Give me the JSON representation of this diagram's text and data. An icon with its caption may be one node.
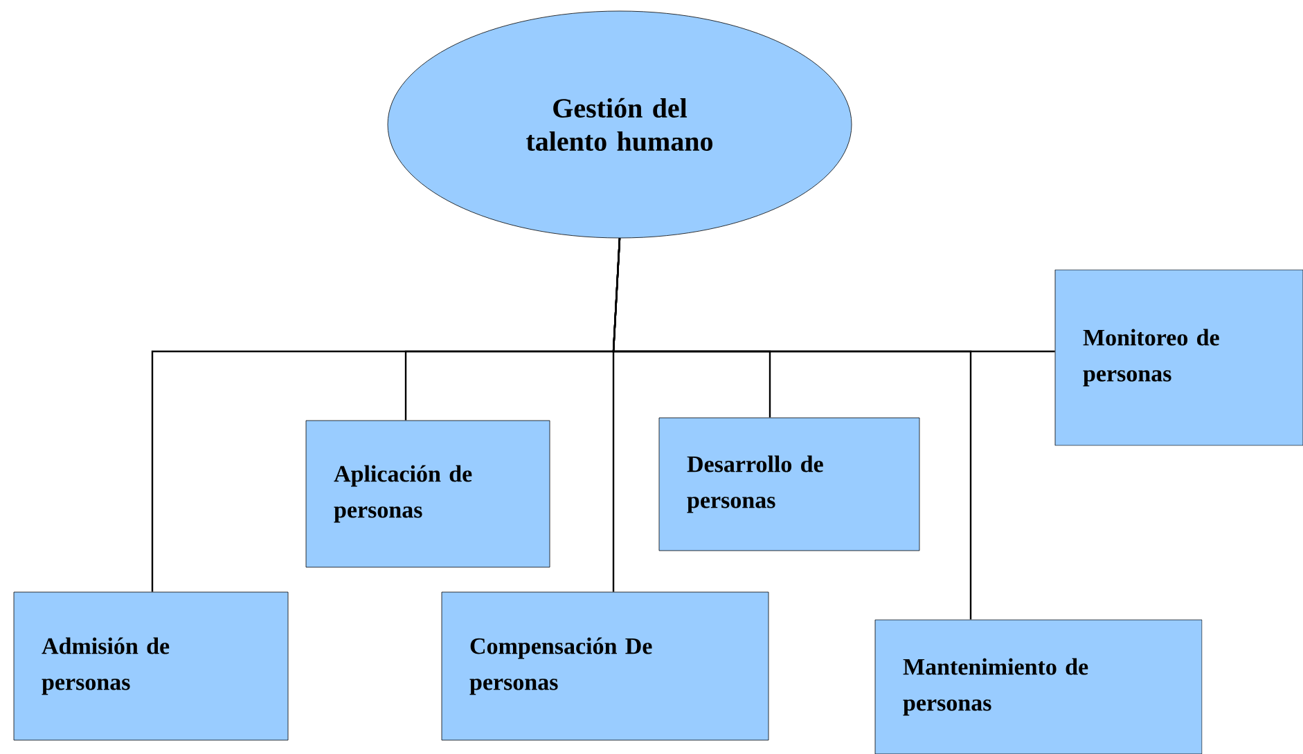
{
  "diagram": {
    "nodes": [
      {
        "text": [
          "Gestión del talento humano"
        ]
      },
      {
        "text": [
          "Admisión de personas"
        ]
      },
      {
        "text": [
          "Aplicación de personas"
        ]
      },
      {
        "text": [
          "Compensación De personas"
        ]
      },
      {
        "text": [
          "Desarrollo de personas"
        ]
      },
      {
        "text": [
          "Mantenimiento de personas"
        ]
      },
      {
        "text": [
          "Monitoreo de personas"
        ]
      }
    ],
    "edges": [
      {
        "from": 0,
        "to": 1,
        "arrow": "none"
      },
      {
        "from": 0,
        "to": 2,
        "arrow": "none"
      },
      {
        "from": 0,
        "to": 3,
        "arrow": "none"
      },
      {
        "from": 0,
        "to": 4,
        "arrow": "none"
      },
      {
        "from": 0,
        "to": 5,
        "arrow": "none"
      },
      {
        "from": 0,
        "to": 6,
        "arrow": "none"
      }
    ]
  }
}
